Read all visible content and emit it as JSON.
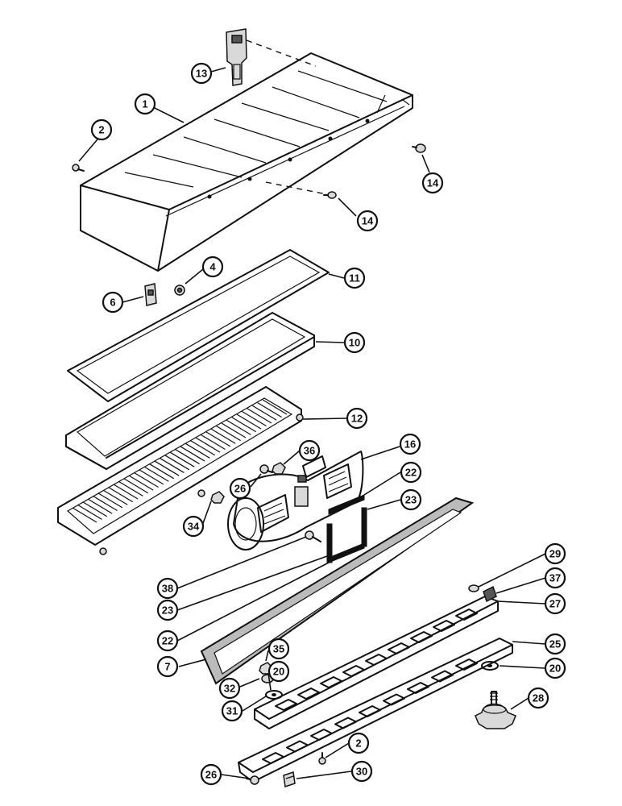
{
  "callouts": [
    {
      "id": "c13",
      "label": "13"
    },
    {
      "id": "c1",
      "label": "1"
    },
    {
      "id": "c2a",
      "label": "2"
    },
    {
      "id": "c14a",
      "label": "14"
    },
    {
      "id": "c14b",
      "label": "14"
    },
    {
      "id": "c4",
      "label": "4"
    },
    {
      "id": "c6",
      "label": "6"
    },
    {
      "id": "c11",
      "label": "11"
    },
    {
      "id": "c10",
      "label": "10"
    },
    {
      "id": "c12",
      "label": "12"
    },
    {
      "id": "c16",
      "label": "16"
    },
    {
      "id": "c36",
      "label": "36"
    },
    {
      "id": "c26a",
      "label": "26"
    },
    {
      "id": "c22a",
      "label": "22"
    },
    {
      "id": "c23a",
      "label": "23"
    },
    {
      "id": "c34",
      "label": "34"
    },
    {
      "id": "c38",
      "label": "38"
    },
    {
      "id": "c23b",
      "label": "23"
    },
    {
      "id": "c22b",
      "label": "22"
    },
    {
      "id": "c29",
      "label": "29"
    },
    {
      "id": "c37",
      "label": "37"
    },
    {
      "id": "c27",
      "label": "27"
    },
    {
      "id": "c25",
      "label": "25"
    },
    {
      "id": "c7",
      "label": "7"
    },
    {
      "id": "c35",
      "label": "35"
    },
    {
      "id": "c32",
      "label": "32"
    },
    {
      "id": "c20a",
      "label": "20"
    },
    {
      "id": "c20b",
      "label": "20"
    },
    {
      "id": "c31",
      "label": "31"
    },
    {
      "id": "c28",
      "label": "28"
    },
    {
      "id": "c2b",
      "label": "2"
    },
    {
      "id": "c26b",
      "label": "26"
    },
    {
      "id": "c30",
      "label": "30"
    }
  ]
}
